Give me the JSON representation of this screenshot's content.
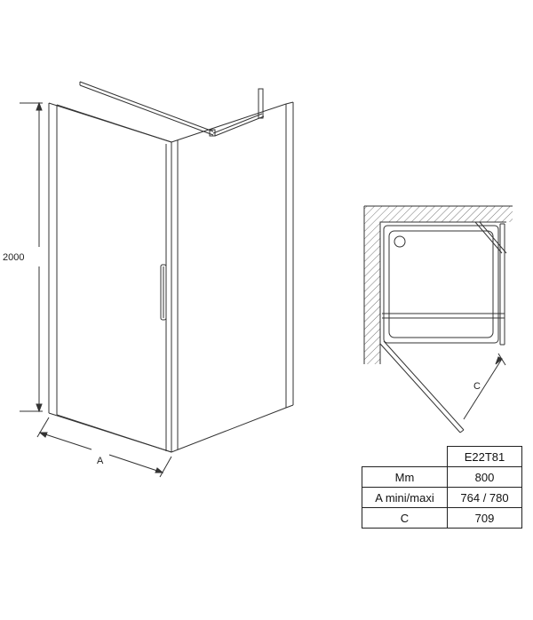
{
  "drawing": {
    "height_label": "2000",
    "width_label": "A",
    "plan_label": "C"
  },
  "table": {
    "header": "E22T81",
    "rows": [
      {
        "label": "Mm",
        "value": "800"
      },
      {
        "label": "A mini/maxi",
        "value": "764 / 780"
      },
      {
        "label": "C",
        "value": "709"
      }
    ]
  }
}
